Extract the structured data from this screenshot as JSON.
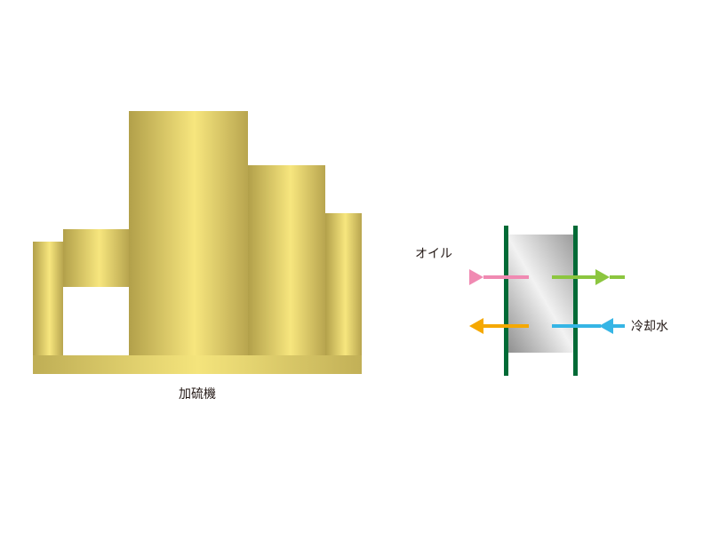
{
  "labels": {
    "machine": "加硫機",
    "oil": "オイル",
    "cooling_water": "冷却水"
  },
  "colors": {
    "brass_dark": "#b5a24c",
    "brass_light": "#f7e57c",
    "heat_exchanger_frame": "#006a36",
    "oil_hot": "#f08ab2",
    "oil_cold": "#f5a800",
    "water_cold": "#36b5e5",
    "water_warm": "#8cc63f"
  }
}
